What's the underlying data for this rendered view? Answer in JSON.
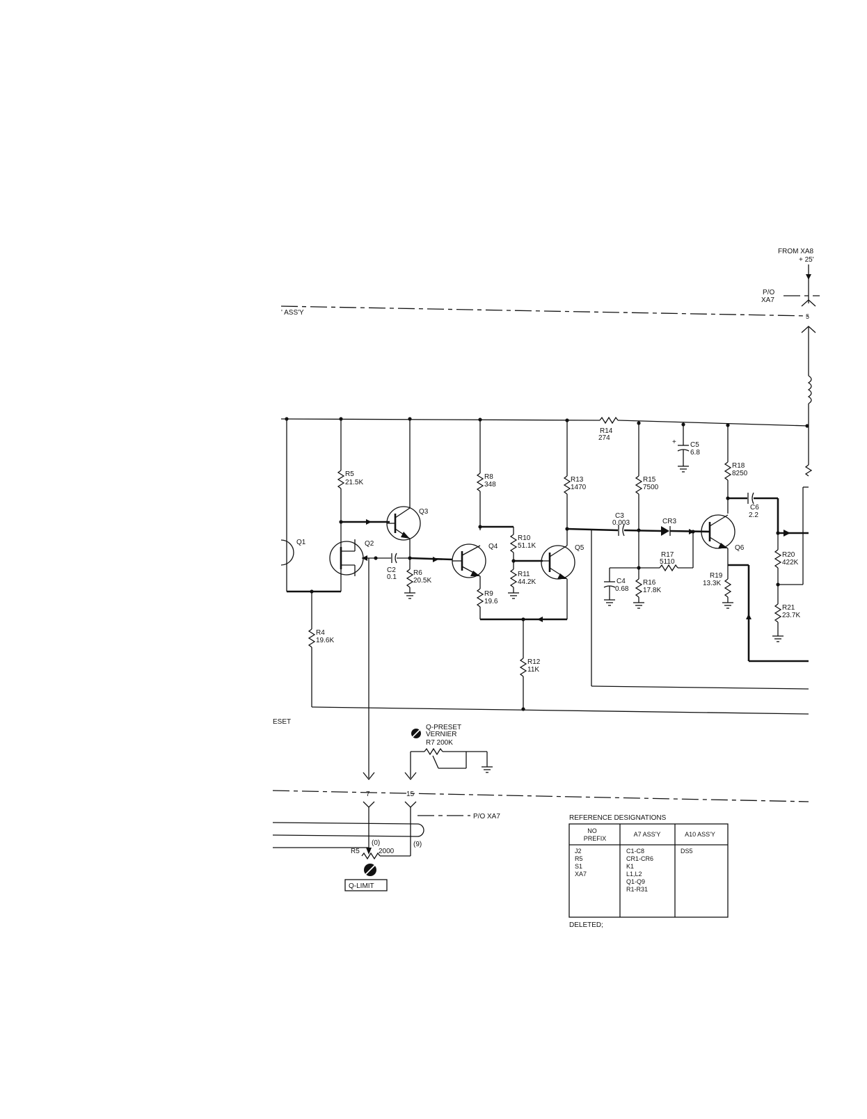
{
  "header": {
    "from": "FROM XA8",
    "supply": "+ 25'",
    "po_xa7_top_1": "P/O",
    "po_xa7_top_2": "XA7",
    "assy": "' ASS'Y",
    "pin5": "5"
  },
  "components": {
    "q1": "Q1",
    "q2": "Q2",
    "q3": "Q3",
    "q4": "Q4",
    "q5": "Q5",
    "q6": "Q6",
    "r5": "R5",
    "r5v": "21.5K",
    "r4": "R4",
    "r4v": "19.6K",
    "c2": "C2",
    "c2v": "0.1",
    "r6": "R6",
    "r6v": "20.5K",
    "r8": "R8",
    "r8v": "348",
    "r9": "R9",
    "r9v": "19.6",
    "r10": "R10",
    "r10v": "51.1K",
    "r11": "R11",
    "r11v": "44.2K",
    "r12": "R12",
    "r12v": "11K",
    "r13": "R13",
    "r13v": "1470",
    "r14": "R14",
    "r14v": "274",
    "c3": "C3",
    "c3v": "0.003",
    "cr3": "CR3",
    "c4": "C4",
    "c4v": "0.68",
    "r15": "R15",
    "r15v": "7500",
    "r16": "R16",
    "r16v": "17.8K",
    "r17": "R17",
    "r17v": "5110",
    "c5": "C5",
    "c5v": "6.8",
    "r18": "R18",
    "r18v": "8250",
    "r19": "R19",
    "r19v": "13.3K",
    "c6": "C6",
    "c6v": "2.2",
    "r20": "R20",
    "r20v": "422K",
    "r21": "R21",
    "r21v": "23.7K"
  },
  "bottom": {
    "preset": "ESET",
    "qpreset_1": "Q-PRESET",
    "qpreset_2": "VERNIER",
    "qpreset_3": "R7 200K",
    "pin7": "7",
    "pin15": "15",
    "po_xa7": "P/O XA7",
    "r5_low": "(0)",
    "r5_high": "(9)",
    "r5_name": "R5",
    "r5_value": "2000",
    "qlimit": "Q-LIMIT"
  },
  "ref_table": {
    "title": "REFERENCE DESIGNATIONS",
    "headers": [
      "NO PREFIX",
      "A7 ASS'Y",
      "A10 ASS'Y"
    ],
    "col1": [
      "J2",
      "R5",
      "S1",
      "XA7"
    ],
    "col2": [
      "C1-C8",
      "CR1-CR6",
      "K1",
      "L1,L2",
      "Q1-Q9",
      "R1-R31"
    ],
    "col3": [
      "DS5"
    ],
    "footer": "DELETED;"
  }
}
